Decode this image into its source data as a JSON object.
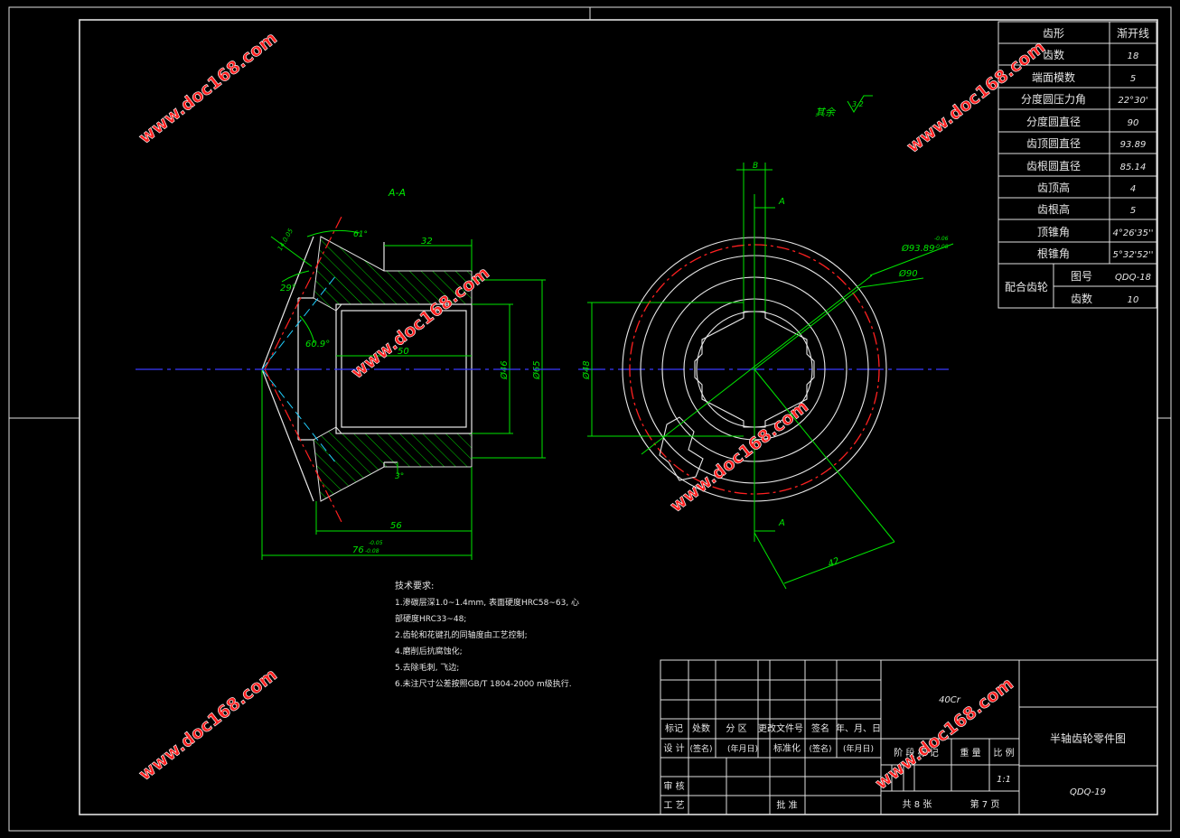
{
  "view": {
    "section_label": "A-A",
    "roughness_prefix": "其余",
    "roughness_value": "3.2",
    "cut_label_a": "A",
    "key_label": "B"
  },
  "dims": {
    "d32": "32",
    "d50": "50",
    "d56": "56",
    "d76": "76",
    "d76_tol_top": "-0.05",
    "d76_tol_bot": "-0.08",
    "d46": "Ø46",
    "d65": "Ø65",
    "d48": "Ø48",
    "d9389": "Ø93.89",
    "d9389_tol_top": "-0.06",
    "d9389_tol_bot": "-0.08",
    "d90": "Ø90",
    "d42": "42",
    "ang61": "61°",
    "ang29": "29°",
    "ang609": "60.9°",
    "ang3": "3°",
    "chamfer": "14.0.05"
  },
  "tech": {
    "heading": "技术要求:",
    "lines": [
      "1.渗碳层深1.0~1.4mm, 表面硬度HRC58~63, 心",
      "部硬度HRC33~48;",
      "2.齿轮和花键孔的同轴度由工艺控制;",
      "4.磨削后抗腐蚀化;",
      "5.去除毛刺, 飞边;",
      "6.未注尺寸公差按照GB/T 1804-2000 m级执行."
    ]
  },
  "params": {
    "rows": [
      {
        "label": "齿形",
        "value": "渐开线"
      },
      {
        "label": "齿数",
        "value": "18"
      },
      {
        "label": "端面模数",
        "value": "5"
      },
      {
        "label": "分度圆压力角",
        "value": "22°30'"
      },
      {
        "label": "分度圆直径",
        "value": "90"
      },
      {
        "label": "齿顶圆直径",
        "value": "93.89"
      },
      {
        "label": "齿根圆直径",
        "value": "85.14"
      },
      {
        "label": "齿顶高",
        "value": "4"
      },
      {
        "label": "齿根高",
        "value": "5"
      },
      {
        "label": "顶锥角",
        "value": "4°26'35''"
      },
      {
        "label": "根锥角",
        "value": "5°32'52''"
      }
    ],
    "mate_label": "配合齿轮",
    "mate_rows": [
      {
        "label": "图号",
        "value": "QDQ-18"
      },
      {
        "label": "齿数",
        "value": "10"
      }
    ]
  },
  "title_block": {
    "material": "40Cr",
    "part_name": "半轴齿轮零件图",
    "drawing_no": "QDQ-19",
    "scale": "1:1",
    "h_biaoji": "标记",
    "h_chushu": "处数",
    "h_fenqu": "分 区",
    "h_genggai": "更改文件号",
    "h_qianming": "签名",
    "h_nianyueri": "年、月、日",
    "r_sheji": "设 计",
    "r_sign1": "(签名)",
    "r_date1": "(年月日)",
    "r_biaozhun": "标准化",
    "r_sign2": "(签名)",
    "r_date2": "(年月日)",
    "stage_label": "阶 段 标 记",
    "weight_label": "重 量",
    "scale_label": "比 例",
    "shenhe": "审 核",
    "gongyi": "工 艺",
    "pizhun": "批 准",
    "sheets_total": "共 8 张",
    "sheet_no": "第 7 页"
  },
  "watermark": "www.doc168.com"
}
